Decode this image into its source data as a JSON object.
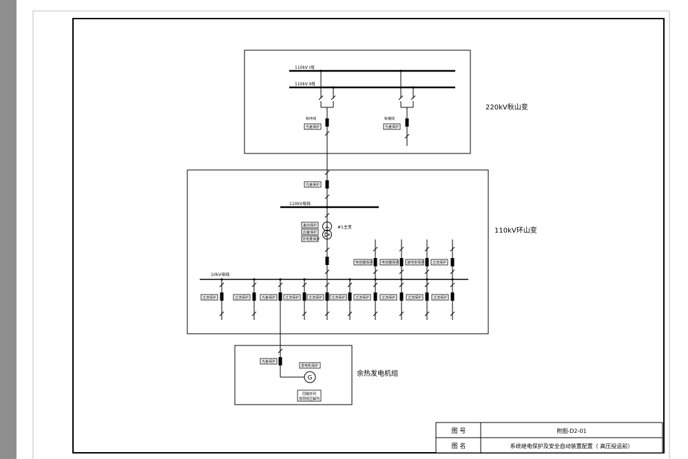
{
  "station_220": {
    "name": "220kV秋山变",
    "bus1": "110kV Ⅰ母",
    "bus2": "110kV Ⅱ母",
    "feeder_left": {
      "name": "秋环线",
      "protection": "光差保护"
    },
    "feeder_right": {
      "name": "秋凝线",
      "protection": "光差保护"
    }
  },
  "station_110": {
    "name": "110kV环山变",
    "incoming_protection": "光差保护",
    "bus_110": "110kV母线",
    "transformer": {
      "name": "#1主变",
      "protections": [
        "差动保护",
        "后备保护",
        "非电量保护"
      ]
    },
    "bus_10": "10kV母线",
    "upper_feeders": [
      "电容器保护",
      "电容器保护",
      "接地变保护",
      "过流保护"
    ],
    "lower_feeders": [
      "过流保护",
      "过流保护",
      "光差保护",
      "过流保护",
      "过流保护",
      "过流保护",
      "过流保护",
      "过流保护",
      "过流保护",
      "过流保护"
    ]
  },
  "generator": {
    "name": "余热发电机组",
    "line_protection": "光差保护",
    "gen_protection": "发电机保护",
    "gen_symbol": "G",
    "device_lines": [
      "同期并列",
      "低周低压解列"
    ]
  },
  "title_block": {
    "label_number": "图 号",
    "value_number": "附图-D2-01",
    "label_name": "图 名",
    "value_name": "系统继电保护及安全自动装置配置（ 高压投运前）"
  }
}
